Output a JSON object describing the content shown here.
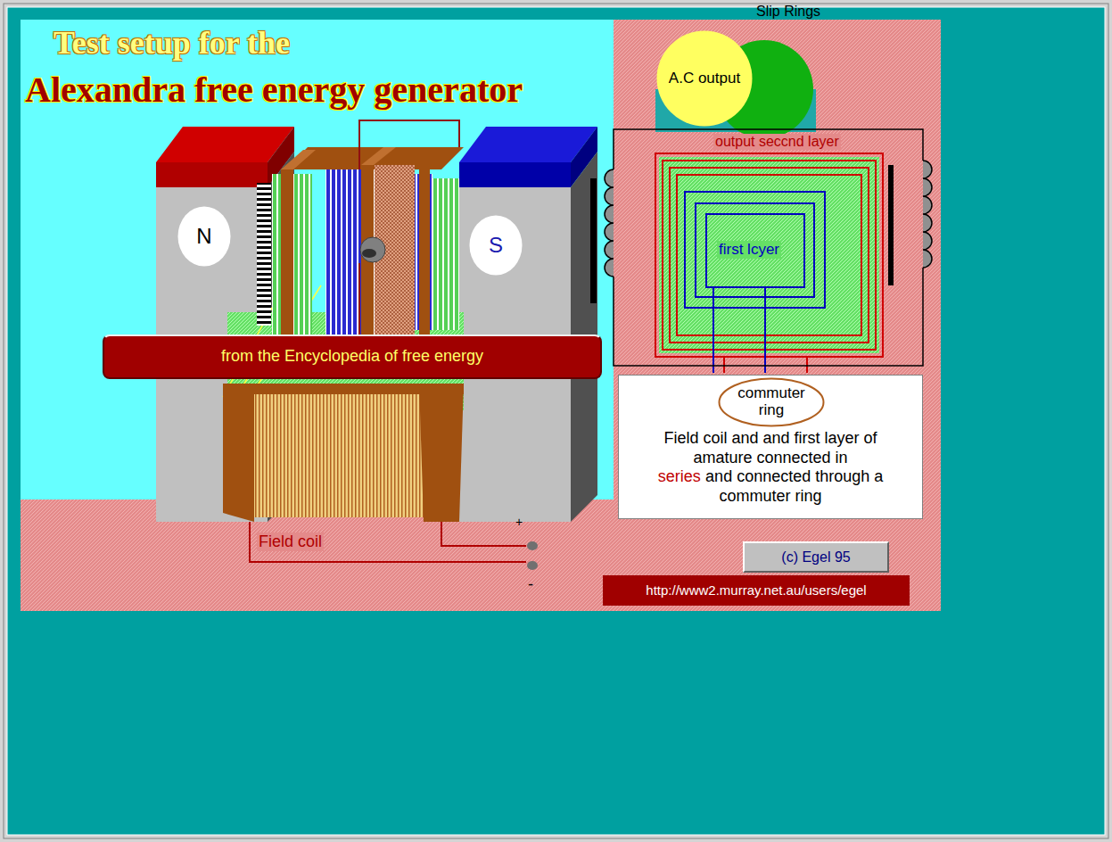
{
  "diagram": {
    "title": "Test setup for the",
    "nodes": [
      {
        "text": [
          "A.C output"
        ]
      },
      {
        "text": [
          "N"
        ]
      },
      {
        "text": [
          "S"
        ]
      },
      {
        "text": [
          "from the Encyclopedia of free energy"
        ]
      },
      {
        "text": [
          "Field coil and and first layer of amature connected in",
          "series",
          "and connected through a commuter ring"
        ]
      },
      {
        "text": [
          "commuter ring"
        ],
        "in": 4
      },
      {
        "text": [
          "(c) Egel 95"
        ]
      },
      {
        "text": [
          "http://www2.murray.net.au/users/egel"
        ]
      }
    ],
    "labels": [
      "Alexandra free energy generator",
      "Slip Rings",
      "output seccnd layer",
      "first lcyer",
      "Field coil",
      "+",
      "-"
    ]
  }
}
